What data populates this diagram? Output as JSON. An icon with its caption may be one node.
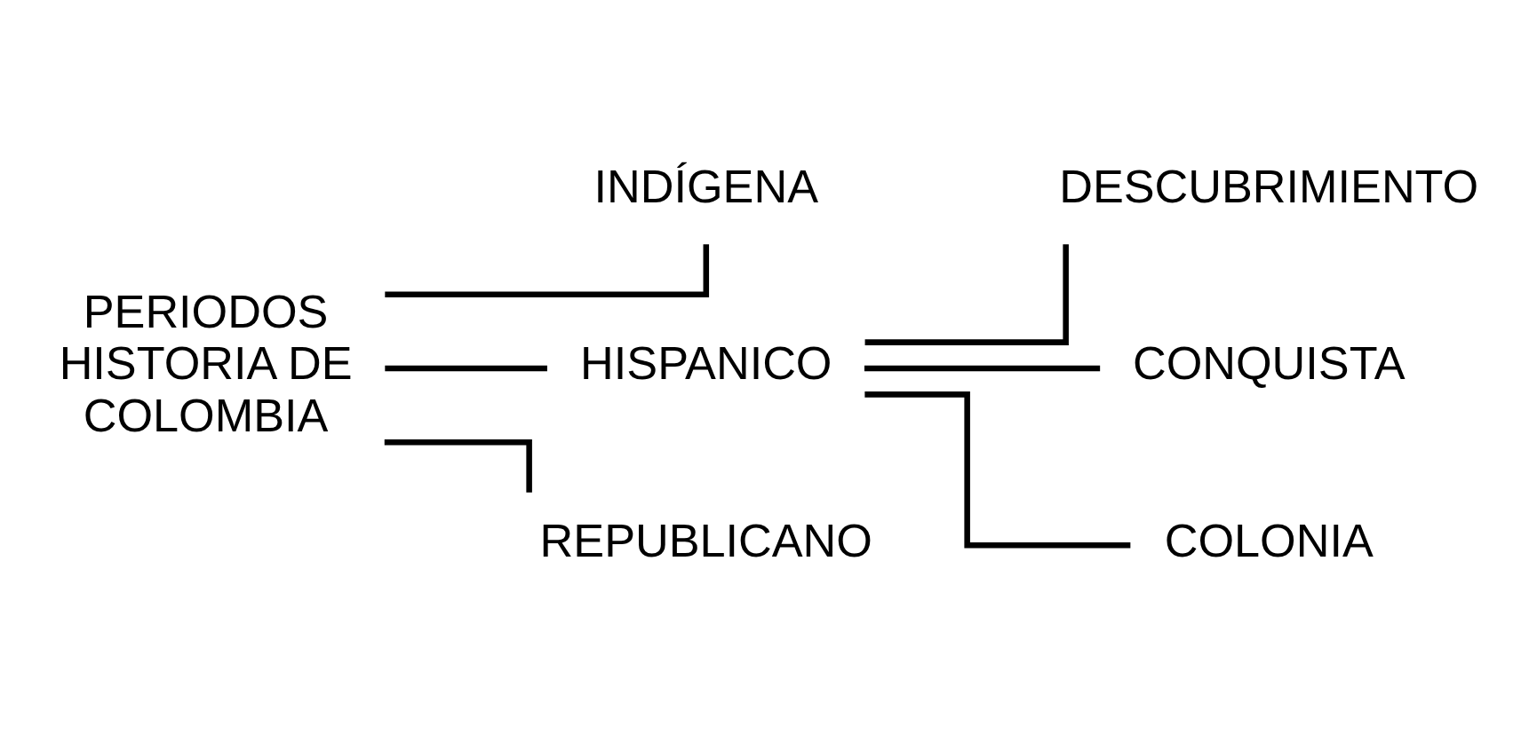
{
  "diagram": {
    "nodes": [
      {
        "text": [
          "PERIODOS HISTORIA DE COLOMBIA"
        ]
      },
      {
        "text": [
          "INDÍGENA"
        ]
      },
      {
        "text": [
          "HISPANICO"
        ]
      },
      {
        "text": [
          "DESCUBRIMIENTO"
        ]
      },
      {
        "text": [
          "CONQUISTA"
        ]
      },
      {
        "text": [
          "COLONIA"
        ]
      },
      {
        "text": [
          "REPUBLICANO"
        ]
      }
    ],
    "edges": [
      {
        "from": 0,
        "to": 1,
        "arrow": "none"
      },
      {
        "from": 0,
        "to": 2,
        "arrow": "none"
      },
      {
        "from": 0,
        "to": 6,
        "arrow": "none"
      },
      {
        "from": 2,
        "to": 3,
        "arrow": "none"
      },
      {
        "from": 2,
        "to": 4,
        "arrow": "none"
      },
      {
        "from": 2,
        "to": 5,
        "arrow": "none"
      }
    ]
  }
}
